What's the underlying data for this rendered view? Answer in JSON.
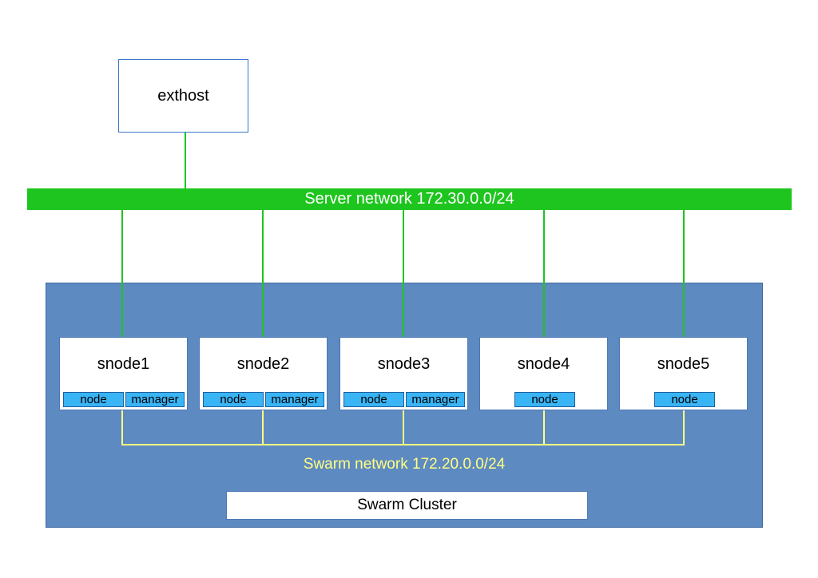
{
  "exthost": {
    "label": "exthost"
  },
  "server_network": {
    "label": "Server network 172.30.0.0/24",
    "color": "#1ec51e"
  },
  "swarm_network": {
    "label": "Swarm network 172.20.0.0/24",
    "color": "#ffff80"
  },
  "cluster": {
    "label": "Swarm Cluster",
    "color": "#5e8ac2"
  },
  "nodes": [
    {
      "name": "snode1",
      "tags": [
        "node",
        "manager"
      ]
    },
    {
      "name": "snode2",
      "tags": [
        "node",
        "manager"
      ]
    },
    {
      "name": "snode3",
      "tags": [
        "node",
        "manager"
      ]
    },
    {
      "name": "snode4",
      "tags": [
        "node"
      ]
    },
    {
      "name": "snode5",
      "tags": [
        "node"
      ]
    }
  ]
}
